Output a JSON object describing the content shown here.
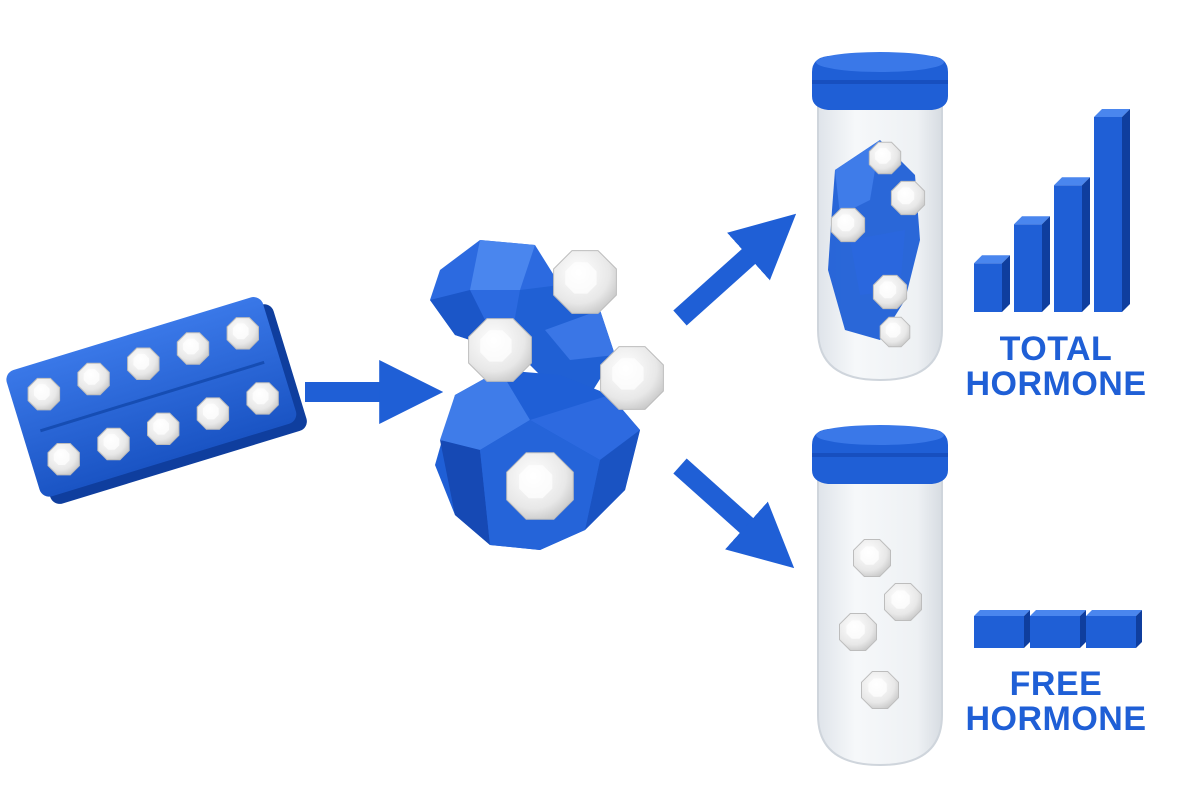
{
  "colors": {
    "accent": "#1f5fd6",
    "accent_dark": "#0f3e9e",
    "accent_light": "#4a86ee",
    "pill": "#f2f2f2",
    "tube_glass": "#eef1f4",
    "background": "#ffffff"
  },
  "icons": {
    "blister_pack": "pill-blister-pack-icon",
    "protein": "protein-bound-hormone-icon",
    "tube": "sample-tube-icon",
    "bar_chart": "rising-bar-chart-icon",
    "flat_blocks": "flat-level-blocks-icon"
  },
  "labels": {
    "total": {
      "line1": "TOTAL",
      "line2": "HORMONE"
    },
    "free": {
      "line1": "FREE",
      "line2": "HORMONE"
    }
  },
  "levels": {
    "total_bars": [
      0.25,
      0.45,
      0.65,
      1.0
    ],
    "free_blocks": 3
  }
}
